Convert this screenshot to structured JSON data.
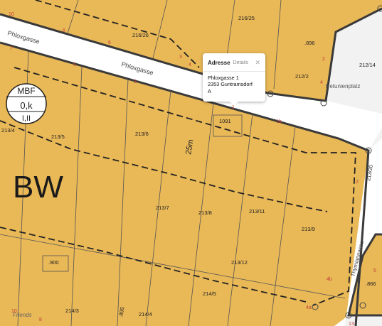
{
  "map": {
    "zone_label": "BW",
    "colors": {
      "parcel": "#e9b857",
      "road": "#ffffff",
      "line": "#3a3a3a",
      "number": "#c0403a",
      "background": "#f2f2f2"
    },
    "streets": [
      {
        "name": "Phloxgasse",
        "instance": "west"
      },
      {
        "name": "Phloxgasse",
        "instance": "east"
      },
      {
        "name": "Thymiangasse",
        "instance": "south"
      }
    ],
    "places": [
      {
        "name": "Petunienplatz"
      }
    ],
    "parcels": [
      "216/25",
      "216/26",
      "212/14",
      "212/2",
      "213/4",
      "213/5",
      "213/6",
      "213/7",
      "213/8",
      "213/11",
      "213/9",
      "213/12",
      "213/20",
      "214/3",
      "214/4",
      "214/5",
      ".896",
      "1091",
      ".900",
      ".895",
      ".866"
    ],
    "house_numbers": [
      "10",
      "8",
      "6",
      "4",
      "3",
      "2",
      "4",
      "7",
      "5",
      "3",
      "1",
      "1b",
      "2",
      "5",
      "4b",
      "4a",
      "10",
      "8",
      "13"
    ],
    "scale_label": "25m",
    "badge": {
      "top": "MBF",
      "middle": "0,k",
      "bottom": "I,II"
    },
    "watermark": "Friends"
  },
  "popup": {
    "title": "Adresse",
    "tab": "Details",
    "close_symbol": "✕",
    "lines": [
      "Phloxgasse 1",
      "2353 Guntramsdorf",
      "A"
    ]
  }
}
